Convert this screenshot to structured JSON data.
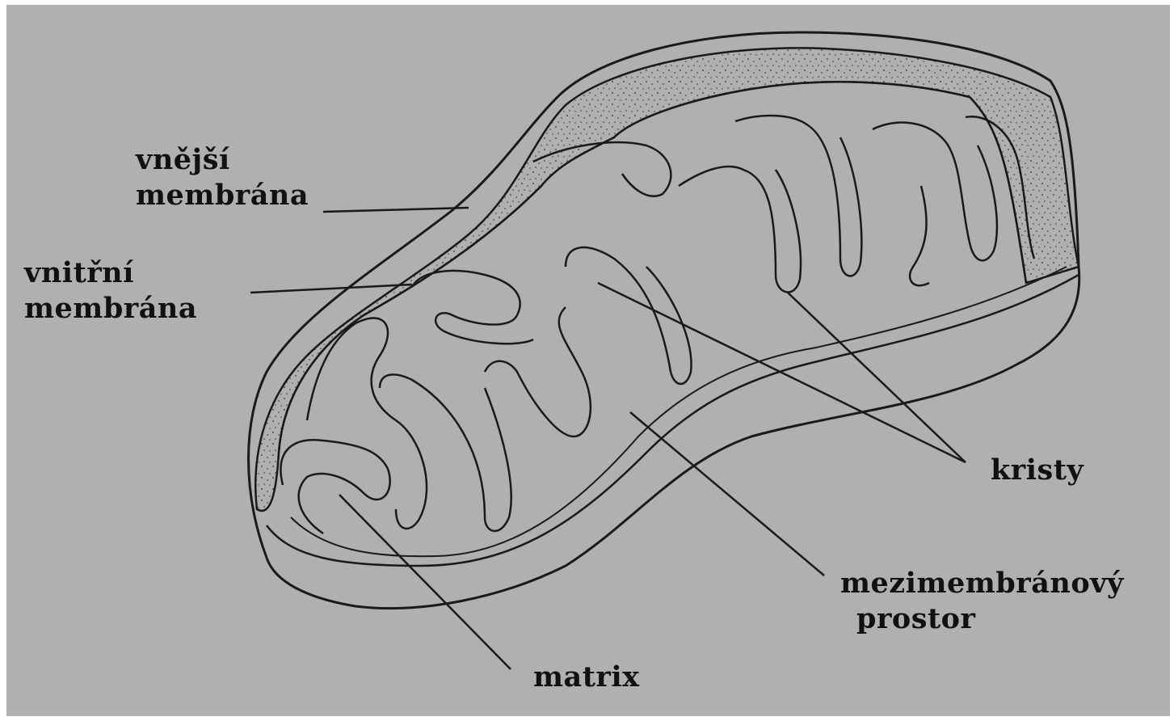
{
  "labels": {
    "outer_membrane": [
      "vnější",
      "membrána"
    ],
    "inner_membrane": [
      "vnitřní",
      "membrána"
    ],
    "cristae": "kristy",
    "intermembrane_space": [
      "mezimembránový",
      "prostor"
    ],
    "matrix": "matrix"
  },
  "colors": {
    "background": "#b0b0b0",
    "stroke": "#1a1a1a",
    "frame": "#ffffff"
  }
}
